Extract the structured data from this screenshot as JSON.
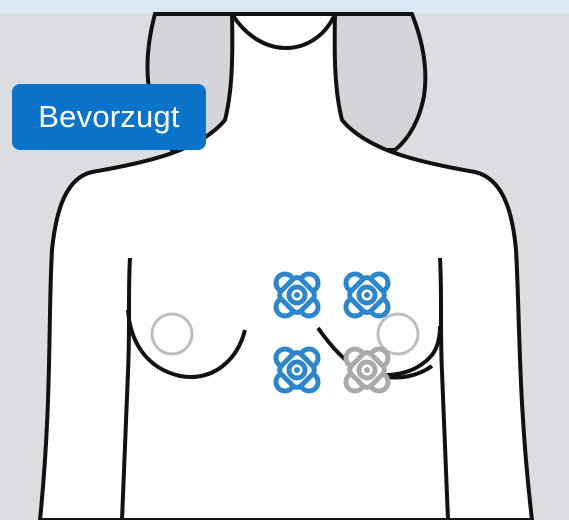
{
  "badge": {
    "label": "Bevorzugt"
  },
  "colors": {
    "background": "#dcdde0",
    "top_strip": "#dbe9f2",
    "badge": "#0b73c9",
    "electrode_active": "#2d86cc",
    "electrode_inactive": "#a9aaad",
    "body_fill": "#ffffff",
    "hair_fill": "#d4d5d8",
    "outline": "#111111"
  },
  "electrodes": [
    {
      "state": "active"
    },
    {
      "state": "active"
    },
    {
      "state": "active"
    },
    {
      "state": "inactive"
    }
  ]
}
